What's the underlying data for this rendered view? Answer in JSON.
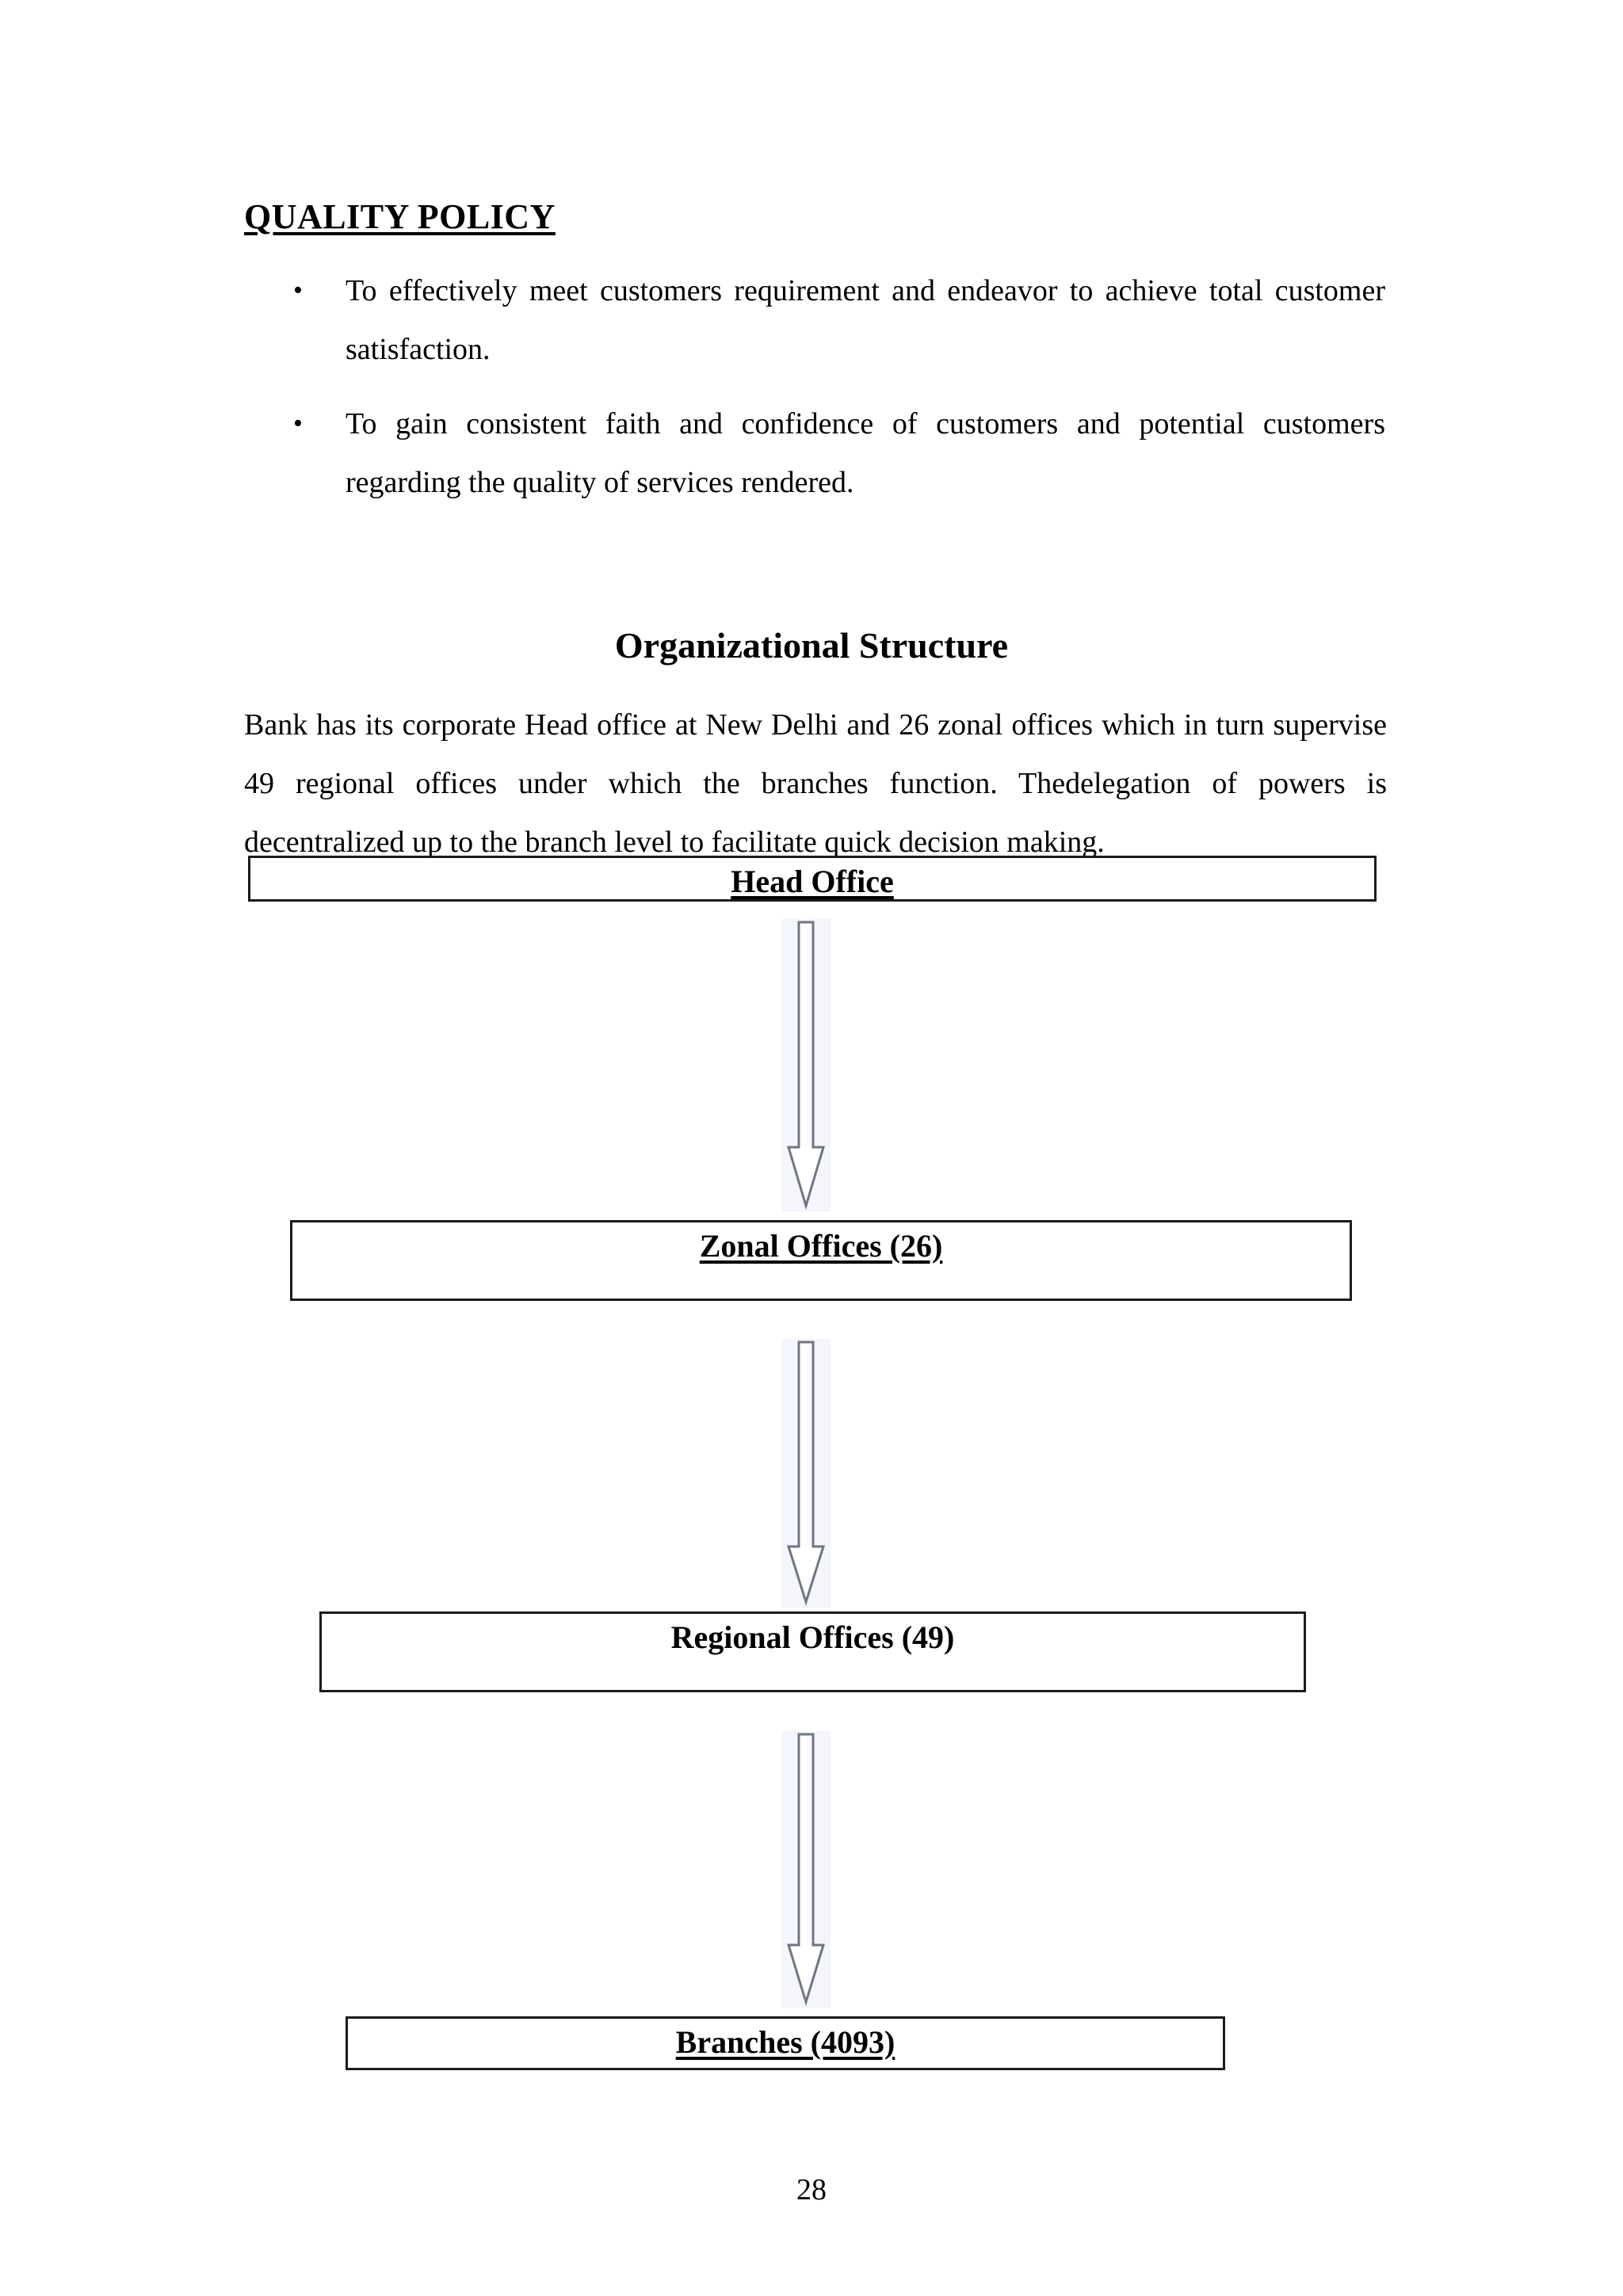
{
  "document": {
    "page_number": "28",
    "section_heading": "QUALITY POLICY",
    "quality_policy_bullets": [
      {
        "marker": "•",
        "text": "To effectively meet customers requirement and endeavor to achieve total customer satisfaction."
      },
      {
        "marker": "•",
        "text": "To gain consistent faith and confidence of customers and potential customers regarding the quality of services rendered."
      }
    ],
    "org_heading": "Organizational Structure",
    "org_paragraph": "Bank has its corporate Head office at New Delhi and 26 zonal offices which in turn supervise 49 regional offices under which the branches function. Thedelegation of powers is decentralized up to the branch level to facilitate quick decision making."
  },
  "chart_data": {
    "type": "diagram",
    "title": "Organizational Structure",
    "orientation": "top-down",
    "nodes": [
      {
        "id": "head-office",
        "label": "Head Office",
        "underlined": true,
        "count": null
      },
      {
        "id": "zonal-offices",
        "label": "Zonal Offices (26)",
        "underlined": true,
        "count": 26
      },
      {
        "id": "regional-offices",
        "label": "Regional Offices (49)",
        "underlined": false,
        "count": 49
      },
      {
        "id": "branches",
        "label": "Branches (4093)",
        "underlined": true,
        "count": 4093
      }
    ],
    "edges": [
      {
        "from": "head-office",
        "to": "zonal-offices",
        "style": "outlined-down-arrow"
      },
      {
        "from": "zonal-offices",
        "to": "regional-offices",
        "style": "outlined-down-arrow"
      },
      {
        "from": "regional-offices",
        "to": "branches",
        "style": "outlined-down-arrow"
      }
    ],
    "colors": {
      "box_border": "#1b1b1b",
      "box_fill": "#ffffff",
      "arrow_outline": "#6f7683",
      "arrow_fill": "#ffffff",
      "arrow_backdrop": "#f4f6fb",
      "text": "#000000",
      "page_background": "#ffffff"
    }
  }
}
